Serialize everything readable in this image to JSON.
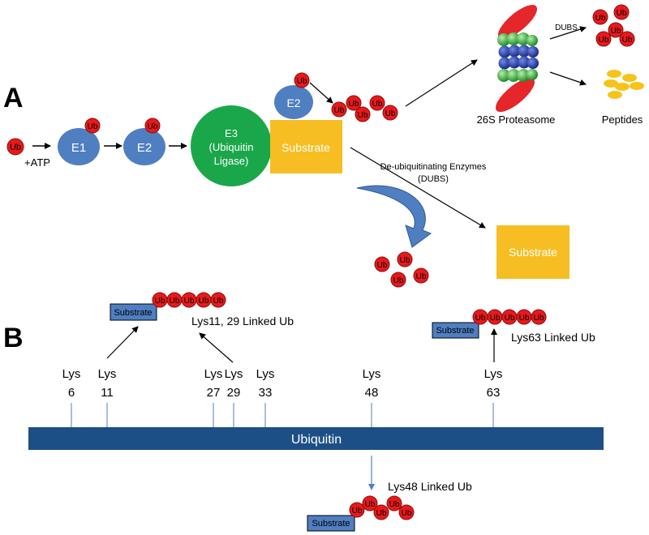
{
  "colors": {
    "ub_fill": "#e8191b",
    "ub_stroke": "#8b0d0d",
    "enzyme_blue": "#4f7fc1",
    "e3_green": "#1aa74a",
    "substrate_orange": "#f6be22",
    "peptide_yellow": "#f6c31b",
    "proteasome_red": "#e5262b",
    "ubiquitin_bar": "#1d4f87",
    "small_substrate_blue": "#4f7fc1",
    "arrow_dark": "#000000",
    "dubs_arrow_fill": "#4f7fc1"
  },
  "panel_a": {
    "label": "A",
    "ub_text": "Ub",
    "atp_label": "+ATP",
    "e1_label": "E1",
    "e2_label": "E2",
    "e3_line1": "E3",
    "e3_line2": "(Ubiquitin",
    "e3_line3": "Ligase)",
    "substrate_label": "Substrate",
    "proteasome_label": "26S Proteasome",
    "peptides_label": "Peptides",
    "dubs_short": "DUBS",
    "dubs_line1": "De-ubiquitinating Enzymes",
    "dubs_line2": "(DUBS)",
    "released_substrate_label": "Substrate"
  },
  "panel_b": {
    "label": "B",
    "bar_label": "Ubiquitin",
    "lys_word": "Lys",
    "lysines": [
      "6",
      "11",
      "27",
      "29",
      "33",
      "48",
      "63"
    ],
    "substrate_label": "Substrate",
    "lys11_29_label": "Lys11, 29 Linked Ub",
    "lys63_label": "Lys63 Linked Ub",
    "lys48_label": "Lys48 Linked Ub",
    "ub_text": "Ub"
  }
}
